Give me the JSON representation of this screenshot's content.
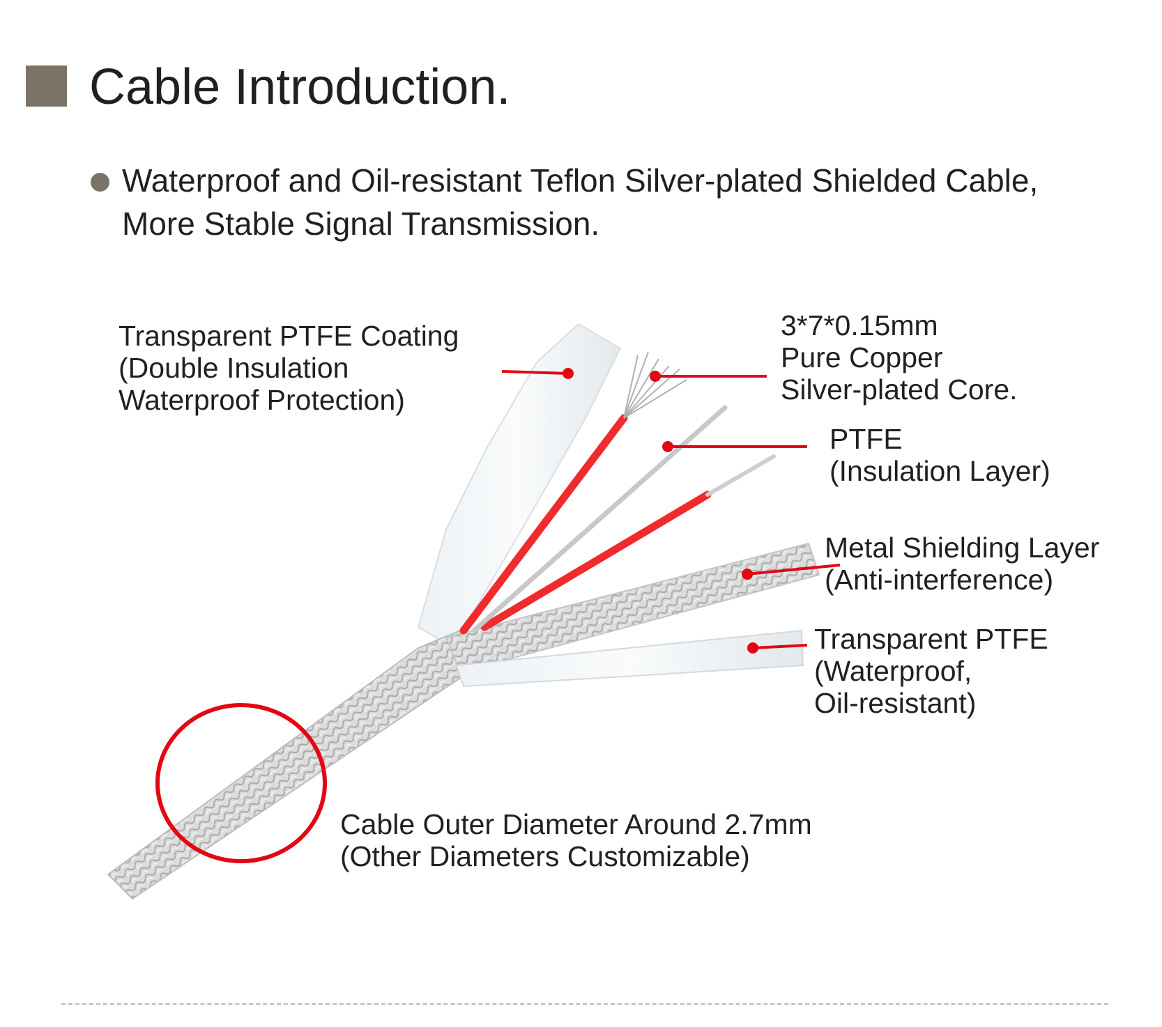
{
  "header": {
    "title": "Cable Introduction.",
    "accent_color": "#7c7367"
  },
  "intro": {
    "text": "Waterproof and Oil-resistant Teflon Silver-plated Shielded Cable, More Stable Signal Transmission."
  },
  "diagram": {
    "marker_color": "#e30613",
    "labels": {
      "coating": [
        "Transparent PTFE Coating",
        "(Double Insulation",
        "Waterproof Protection)"
      ],
      "core": [
        "3*7*0.15mm",
        "Pure Copper",
        "Silver-plated Core."
      ],
      "insulation": [
        "PTFE",
        "(Insulation Layer)"
      ],
      "shielding": [
        "Metal Shielding Layer",
        "(Anti-interference)"
      ],
      "sheath": [
        "Transparent PTFE",
        "(Waterproof,",
        "Oil-resistant)"
      ],
      "diameter": [
        "Cable Outer Diameter Around 2.7mm",
        "(Other Diameters Customizable)"
      ]
    }
  }
}
